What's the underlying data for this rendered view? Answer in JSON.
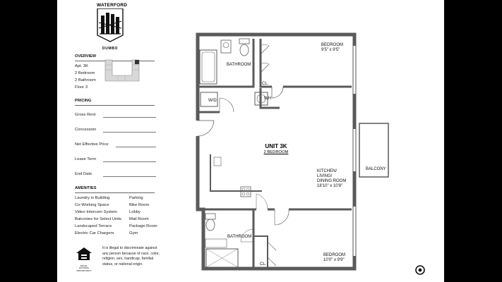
{
  "logo": {
    "top": "WATERFORD",
    "bottom": "DUMBO"
  },
  "overview": {
    "title": "OVERVIEW",
    "lines": [
      "Apt. 3K",
      "2 Bedroom",
      "2 Bathroom",
      "Floor 3"
    ]
  },
  "pricing": {
    "title": "PRICING",
    "fields": [
      "Gross Rent",
      "Concession",
      "Net Effective Price",
      "Lease Term",
      "End Date"
    ]
  },
  "amenities": {
    "title": "AMENITIES",
    "left": [
      "Laundry in Building",
      "Co-Working Space",
      "Video Intercom System",
      "Balconies for Select Units",
      "Landscaped Terrace",
      "Electric Car Chargers"
    ],
    "right": [
      "Parking",
      "Bike Room",
      "Lobby",
      "Mail Room",
      "Package Room",
      "Gym"
    ]
  },
  "legal": "It is illegal to discriminate against any person because of race, color, religion, sex, handicap, familial status, or national origin.",
  "eho": {
    "line1": "EQUAL HOUSING",
    "line2": "OPPORTUNITY"
  },
  "plan": {
    "unit_title": "UNIT 3K",
    "unit_sub": "2 BEDROOM",
    "rooms": {
      "bedroom1": {
        "name": "BEDROOM",
        "dims": "9'5\" x 9'5\""
      },
      "bathroom1": "BATHROOM",
      "closet1": "CL.",
      "wd": "W/D",
      "wh": "WH",
      "living": {
        "l1": "KITCHEN/",
        "l2": "LIVING/",
        "l3": "DINING ROOM",
        "dims": "18'10\" x 10'8\""
      },
      "balcony": "BALCONY",
      "bathroom2": "BATHROOM",
      "closet2": "CL.",
      "bedroom2": {
        "name": "BEDROOM",
        "dims": "10'0\" x 9'9\""
      }
    }
  },
  "colors": {
    "background": "#000000",
    "sheet": "#ffffff",
    "wall": "#5a5a5a"
  },
  "icons": [
    "building-logo-icon",
    "equal-housing-icon",
    "brand-icon"
  ]
}
